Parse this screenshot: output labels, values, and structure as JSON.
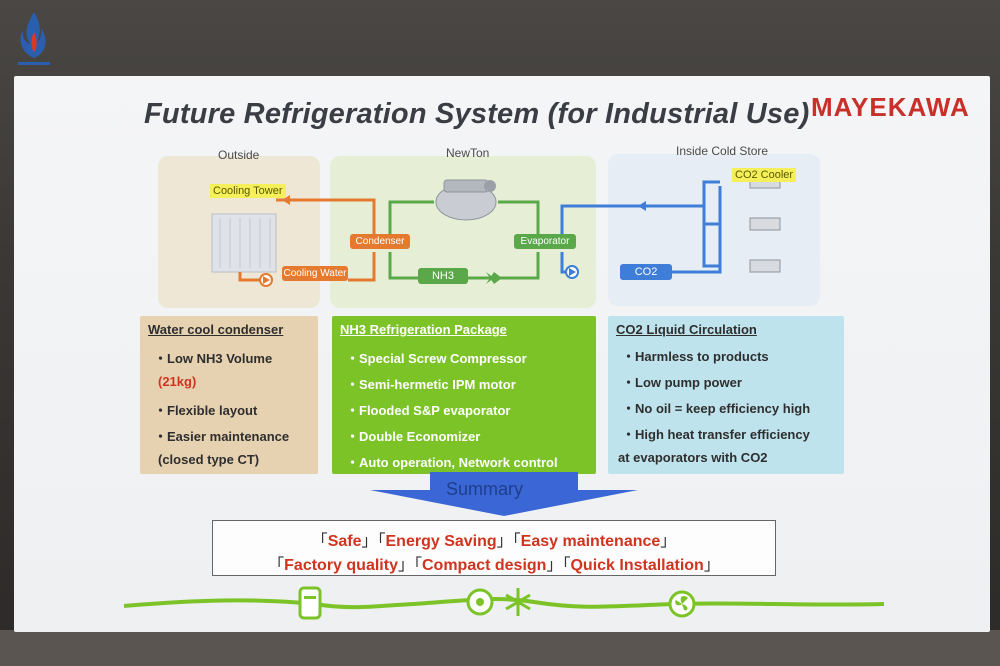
{
  "slide": {
    "title": "Future Refrigeration System (for Industrial Use)",
    "brand": "MAYEKAWA"
  },
  "diagram": {
    "panels": {
      "outside": "Outside",
      "newton": "NewTon",
      "inside": "Inside Cold Store"
    },
    "labels": {
      "cooling_tower": "Cooling Tower",
      "co2_cooler": "CO2 Cooler",
      "condenser": "Condenser",
      "cooling_water": "Cooling Water",
      "evaporator": "Evaporator",
      "nh3": "NH3",
      "co2": "CO2"
    }
  },
  "info": {
    "water_cool": {
      "heading": "Water cool condenser",
      "items": [
        "・Low NH3 Volume",
        "(21kg)",
        "・Flexible layout",
        "・Easier maintenance",
        "(closed type CT)"
      ]
    },
    "nh3_package": {
      "heading": "NH3 Refrigeration Package",
      "items": [
        "・Special Screw Compressor",
        "・Semi-hermetic IPM motor",
        "・Flooded S&P evaporator",
        "・Double Economizer",
        "・Auto operation, Network control"
      ]
    },
    "co2_circ": {
      "heading": "CO2 Liquid Circulation",
      "items": [
        "・Harmless to products",
        "・Low pump power",
        "・No oil = keep efficiency high",
        "・High heat transfer efficiency",
        "at evaporators with CO2"
      ]
    }
  },
  "summary": {
    "label": "Summary",
    "line1": [
      "Safe",
      "Energy Saving",
      "Easy maintenance"
    ],
    "line2": [
      "Factory quality",
      "Compact design",
      "Quick Installation"
    ]
  },
  "colors": {
    "accent_red": "#d0341f",
    "orange": "#e57a2e",
    "green": "#5aa84a",
    "blue": "#3f7ed8",
    "package_green": "#7cc327"
  }
}
